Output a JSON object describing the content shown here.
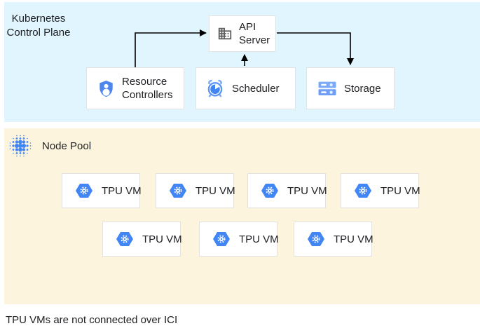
{
  "control_plane": {
    "title": "Kubernetes Control Plane",
    "nodes": {
      "api_server": {
        "label": "API Server",
        "icon": "building-icon"
      },
      "resource_controllers": {
        "label": "Resource Controllers",
        "icon": "shield-user-icon"
      },
      "scheduler": {
        "label": "Scheduler",
        "icon": "alarm-clock-icon"
      },
      "storage": {
        "label": "Storage",
        "icon": "storage-disks-icon"
      }
    },
    "edges": [
      {
        "from": "resource_controllers",
        "to": "api_server"
      },
      {
        "from": "scheduler",
        "to": "api_server"
      },
      {
        "from": "api_server",
        "to": "storage"
      }
    ]
  },
  "node_pool": {
    "title": "Node Pool",
    "icon": "dotted-cluster-icon",
    "vms": [
      {
        "label": "TPU VM"
      },
      {
        "label": "TPU VM"
      },
      {
        "label": "TPU VM"
      },
      {
        "label": "TPU VM"
      },
      {
        "label": "TPU VM"
      },
      {
        "label": "TPU VM"
      },
      {
        "label": "TPU VM"
      }
    ]
  },
  "caption": "TPU VMs are not connected over ICI",
  "colors": {
    "control_plane_bg": "#e1f5fe",
    "node_pool_bg": "#fcf4dd",
    "google_blue": "#4285f4",
    "light_blue": "#7baaf7",
    "icon_gray": "#616161",
    "box_border": "#e2e2e2",
    "text": "#202124"
  }
}
